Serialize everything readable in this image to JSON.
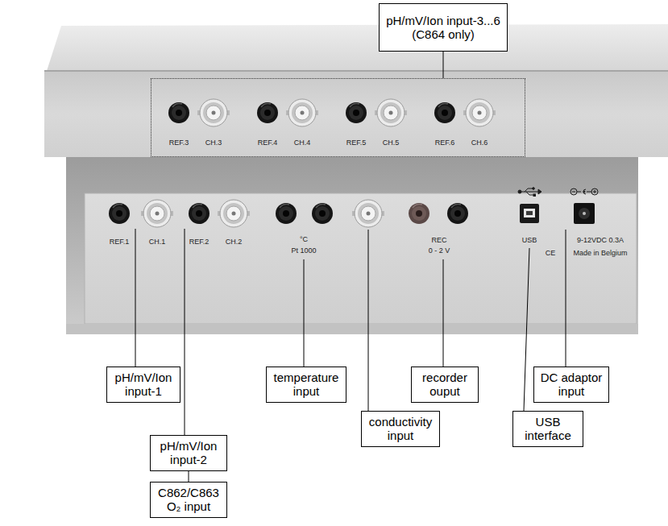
{
  "diagram": {
    "nodes": [
      {
        "text": [
          "pH/mV/Ion input-3...6 (C864 only)"
        ]
      },
      {
        "text": [
          "REF.3",
          "CH.3",
          "REF.4",
          "CH.4",
          "REF.5",
          "CH.5",
          "REF.6",
          "CH.6"
        ]
      },
      {
        "text": [
          "pH/mV/Ion input-1"
        ]
      },
      {
        "text": [
          "temperature input"
        ]
      },
      {
        "text": [
          "recorder ouput"
        ]
      },
      {
        "text": [
          "DC adaptor input"
        ]
      },
      {
        "text": [
          "conductivity input"
        ]
      },
      {
        "text": [
          "USB interface"
        ]
      },
      {
        "text": [
          "pH/mV/Ion input-2"
        ]
      },
      {
        "text": [
          "C862/C863 O₂ input"
        ]
      }
    ],
    "edges": [
      {
        "from": 0,
        "to": 1,
        "arrow": "none"
      },
      {
        "from": 8,
        "to": 9,
        "arrow": "none"
      }
    ],
    "labels": [
      "REF.1",
      "CH.1",
      "REF.2",
      "CH.2",
      "°C",
      "Pt 1000",
      "REC",
      "0 - 2 V",
      "USB",
      "9-12VDC 0.3A",
      "CE",
      "Made in Belgium"
    ]
  }
}
